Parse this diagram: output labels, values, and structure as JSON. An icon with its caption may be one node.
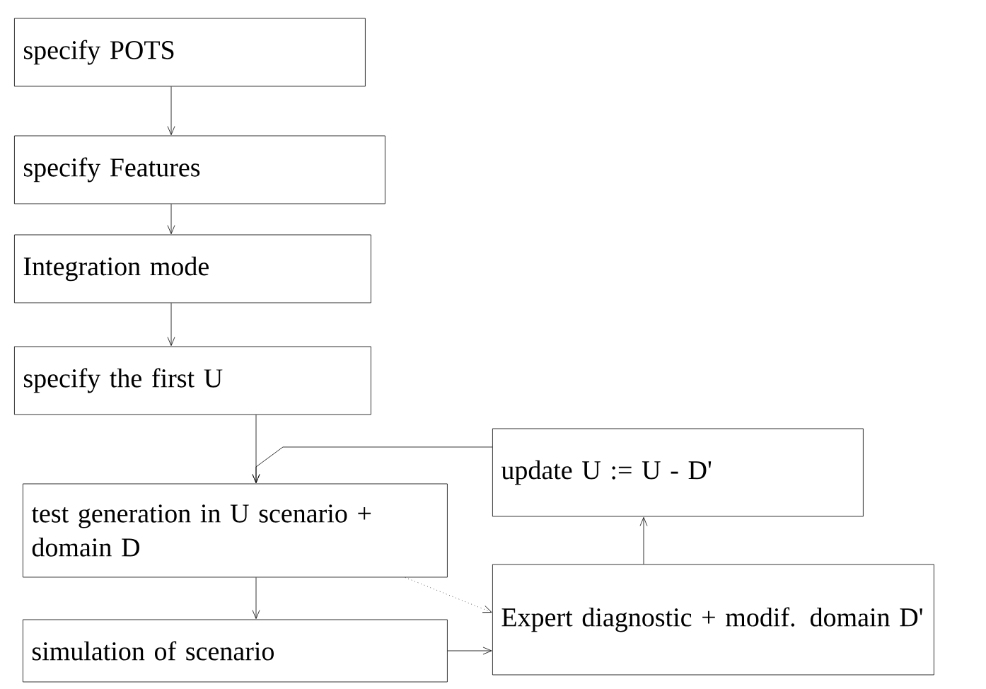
{
  "diagram": {
    "nodes": [
      {
        "text": [
          "specify POTS"
        ]
      },
      {
        "text": [
          "specify Features"
        ]
      },
      {
        "text": [
          "Integration mode"
        ]
      },
      {
        "text": [
          "specify the first U"
        ]
      },
      {
        "text": [
          "test generation in U scenario + domain D"
        ]
      },
      {
        "text": [
          "simulation of scenario"
        ]
      },
      {
        "text": [
          "update U := U - D'"
        ]
      },
      {
        "text": [
          "Expert diagnostic + modif. domain D'"
        ]
      }
    ],
    "edges": [
      {
        "from": 0,
        "to": 1,
        "arrow": "to"
      },
      {
        "from": 1,
        "to": 2,
        "arrow": "to"
      },
      {
        "from": 2,
        "to": 3,
        "arrow": "to"
      },
      {
        "from": 3,
        "to": 4,
        "arrow": "to"
      },
      {
        "from": 4,
        "to": 5,
        "arrow": "to"
      },
      {
        "from": 6,
        "to": 4,
        "arrow": "to"
      },
      {
        "from": 4,
        "to": 7,
        "arrow": "to",
        "style": "dashed"
      },
      {
        "from": 5,
        "to": 7,
        "arrow": "to"
      },
      {
        "from": 7,
        "to": 6,
        "arrow": "to"
      }
    ]
  }
}
